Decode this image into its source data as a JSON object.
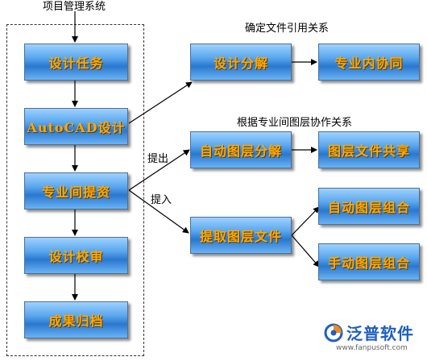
{
  "title": "项目管理系统",
  "steps": [
    "设计任务",
    "AutoCAD设计",
    "专业间提资",
    "设计校审",
    "成果归档"
  ],
  "nodes": {
    "design_breakdown": "设计分解",
    "intra_collab": "专业内协同",
    "auto_layer_breakdown": "自动图层分解",
    "layer_file_share": "图层文件共享",
    "extract_layer_file": "提取图层文件",
    "auto_layer_combine": "自动图层组合",
    "manual_layer_combine": "手动图层组合"
  },
  "annotations": {
    "determine_relation": "确定文件引用关系",
    "by_layer_relation": "根据专业间图层协作关系",
    "submit": "提出",
    "receive": "提入"
  },
  "logo": {
    "name": "泛普软件",
    "url": "www.fanpusoft.com"
  }
}
